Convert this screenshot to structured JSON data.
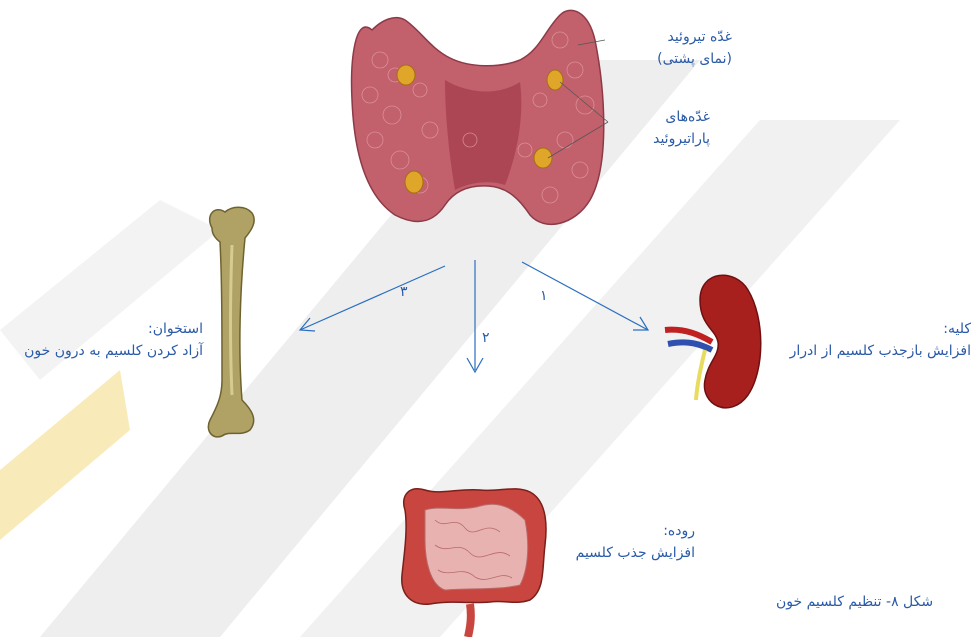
{
  "thyroid": {
    "line1": "غدّه تیروئید",
    "line2": "(نمای پشتی)"
  },
  "parathyroid": {
    "line1": "غدّه‌های",
    "line2": "پاراتیروئید"
  },
  "bone": {
    "title": "استخوان:",
    "effect": "آزاد کردن کلسیم به درون خون"
  },
  "kidney": {
    "title": "کلیه:",
    "effect": "افزایش بازجذب کلسیم از ادرار"
  },
  "intestine": {
    "title": "روده:",
    "effect": "افزایش جذب کلسیم"
  },
  "arrows": {
    "kidney_num": "۱",
    "intestine_num": "۲",
    "bone_num": "۳"
  },
  "caption": "شکل ۸- تنظیم کلسیم خون",
  "colors": {
    "label": "#2a5aa8",
    "thyroid": "#b9505e",
    "parathyroid": "#e0a62a",
    "bone": "#a89a5c",
    "kidney": "#a8201e",
    "intestine": "#c8463f",
    "watermark": "#e6e6e6"
  }
}
